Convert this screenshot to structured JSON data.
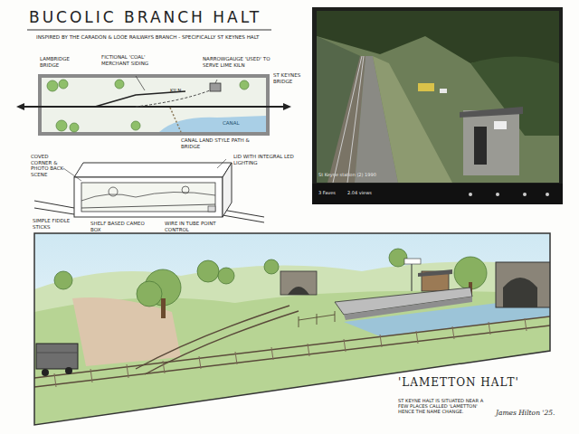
{
  "diagram": {
    "title": "BUCOLIC BRANCH HALT",
    "labels": [
      "INSPIRED BY THE CARADON & LOOE RAILWAYS BRANCH - SPECIFICALLY ST KEYNES HALT",
      "LAMBRIDGE BRIDGE",
      "FICTIONAL 'COAL' MERCHANT SIDING",
      "NARROWGAUGE 'USED' TO SERVE LIME KILN",
      "ST KEYNES BRIDGE",
      "KILN",
      "CANAL",
      "CANAL LAND STYLE PATH & BRIDGE",
      "COVED CORNER & PHOTO BACK SCENE",
      "LID WITH INTEGRAL LED LIGHTING",
      "SIMPLE FIDDLE STICKS",
      "SHELF BASED CAMEO BOX",
      "WIRE IN TUBE POINT CONTROL",
      "St Keyne station (2) 1990",
      "3 Faves",
      "2.04 views",
      "'LAMETTON HALT'",
      "ST KEYNE HALT IS SITUATED NEAR A FEW PLACES CALLED 'LAMETTON' HENCE THE NAME CHANGE.",
      "James Hilton '25."
    ]
  }
}
